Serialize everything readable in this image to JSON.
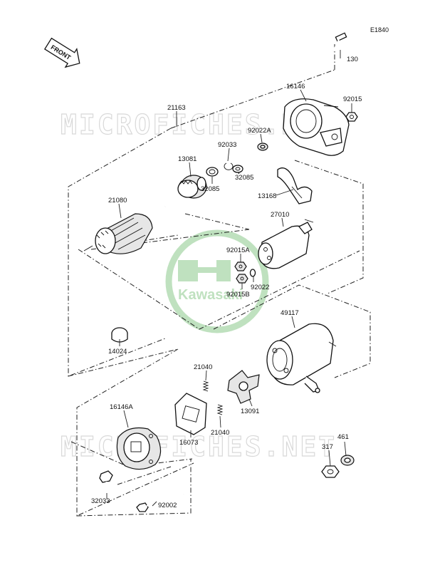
{
  "diagram": {
    "ref_code": "E1840",
    "front_label": "FRONT",
    "watermark_text": "MICROFICHES.NET",
    "logo_text": "Kawasaki",
    "colors": {
      "logo_green": "#8ccc8c",
      "watermark_gray": "#d9d9d9",
      "ink": "#111111"
    },
    "parts": [
      {
        "id": "p130",
        "number": "130"
      },
      {
        "id": "p16146",
        "number": "16146"
      },
      {
        "id": "p92015",
        "number": "92015"
      },
      {
        "id": "p21163",
        "number": "21163"
      },
      {
        "id": "p92022A",
        "number": "92022A"
      },
      {
        "id": "p92033",
        "number": "92033"
      },
      {
        "id": "p13081",
        "number": "13081"
      },
      {
        "id": "p32085a",
        "number": "32085"
      },
      {
        "id": "p32085b",
        "number": "32085"
      },
      {
        "id": "p13168",
        "number": "13168"
      },
      {
        "id": "p21080",
        "number": "21080"
      },
      {
        "id": "p27010",
        "number": "27010"
      },
      {
        "id": "p92015A",
        "number": "92015A"
      },
      {
        "id": "p92022",
        "number": "92022"
      },
      {
        "id": "p92015B",
        "number": "92015B"
      },
      {
        "id": "p49117",
        "number": "49117"
      },
      {
        "id": "p14024",
        "number": "14024"
      },
      {
        "id": "p21040a",
        "number": "21040"
      },
      {
        "id": "p13091",
        "number": "13091"
      },
      {
        "id": "p16146A",
        "number": "16146A"
      },
      {
        "id": "p21040b",
        "number": "21040"
      },
      {
        "id": "p16073",
        "number": "16073"
      },
      {
        "id": "p461",
        "number": "461"
      },
      {
        "id": "p317",
        "number": "317"
      },
      {
        "id": "p32033",
        "number": "32033"
      },
      {
        "id": "p92002",
        "number": "92002"
      }
    ]
  }
}
